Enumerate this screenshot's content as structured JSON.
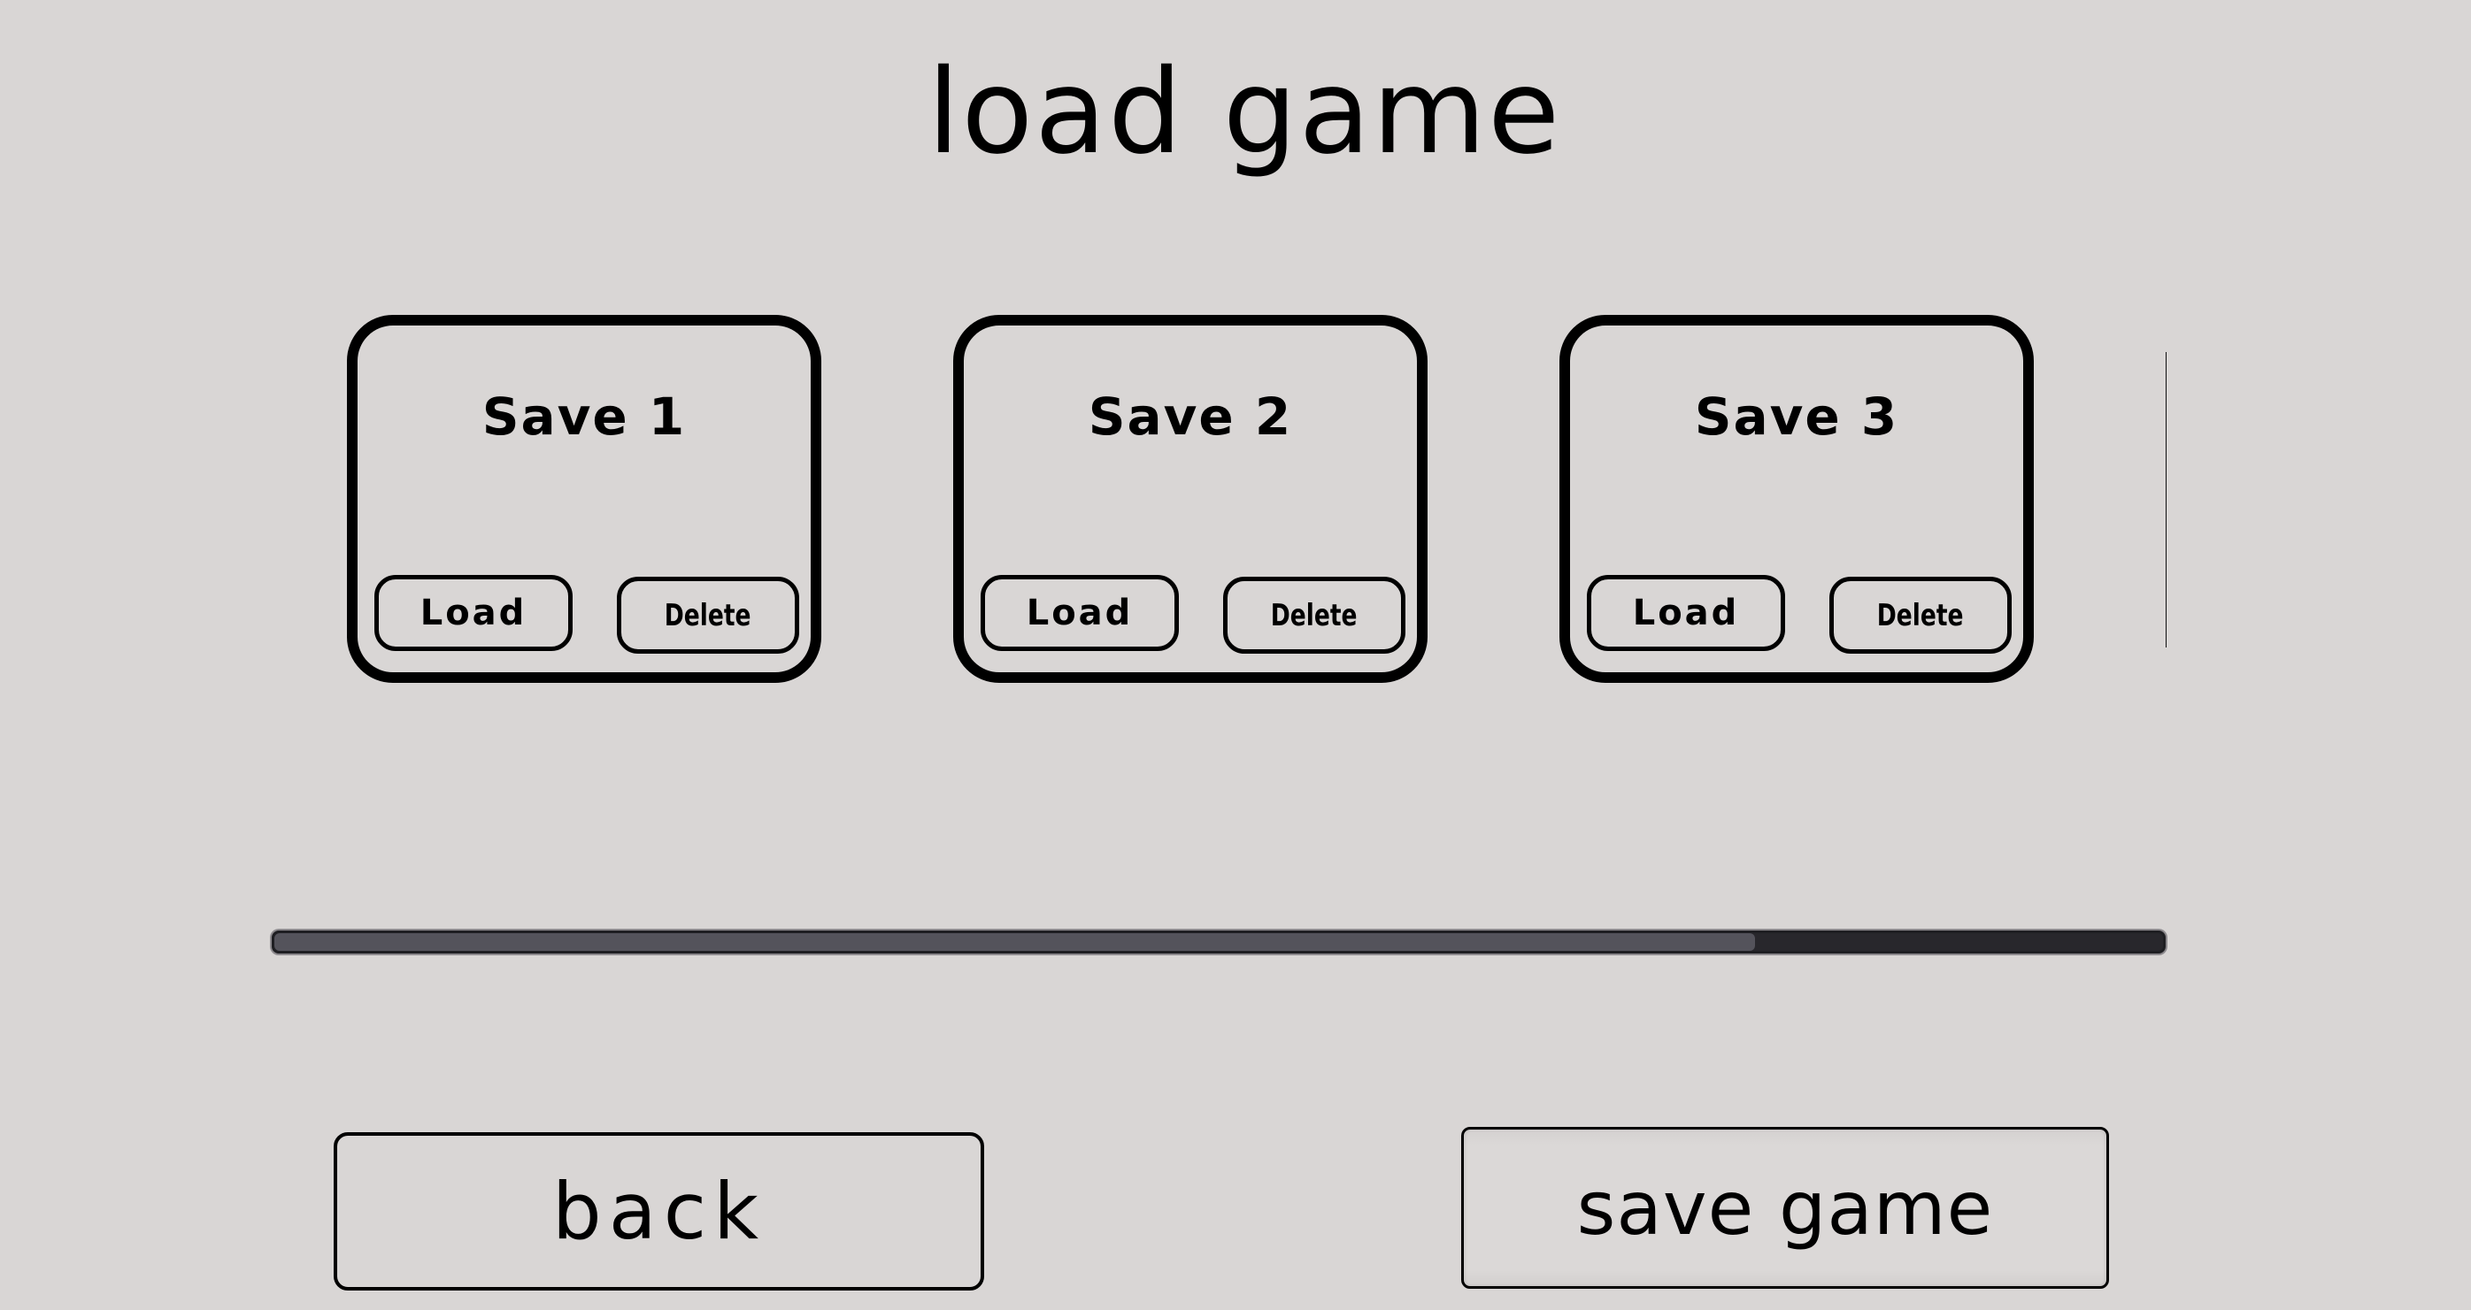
{
  "screen": {
    "title": "load game",
    "background_color": "#d9d6d5"
  },
  "saves": [
    {
      "label": "Save 1",
      "load_label": "Load",
      "delete_label": "Delete"
    },
    {
      "label": "Save 2",
      "load_label": "Load",
      "delete_label": "Delete"
    },
    {
      "label": "Save 3",
      "load_label": "Load",
      "delete_label": "Delete"
    },
    {
      "label": "",
      "load_label": "",
      "delete_label": ""
    }
  ],
  "scrollbar": {
    "track_color": "#28272c",
    "thumb_color": "#54535b",
    "thumb_fraction": 0.78
  },
  "footer": {
    "back_label": "back",
    "save_game_label": "save game"
  }
}
